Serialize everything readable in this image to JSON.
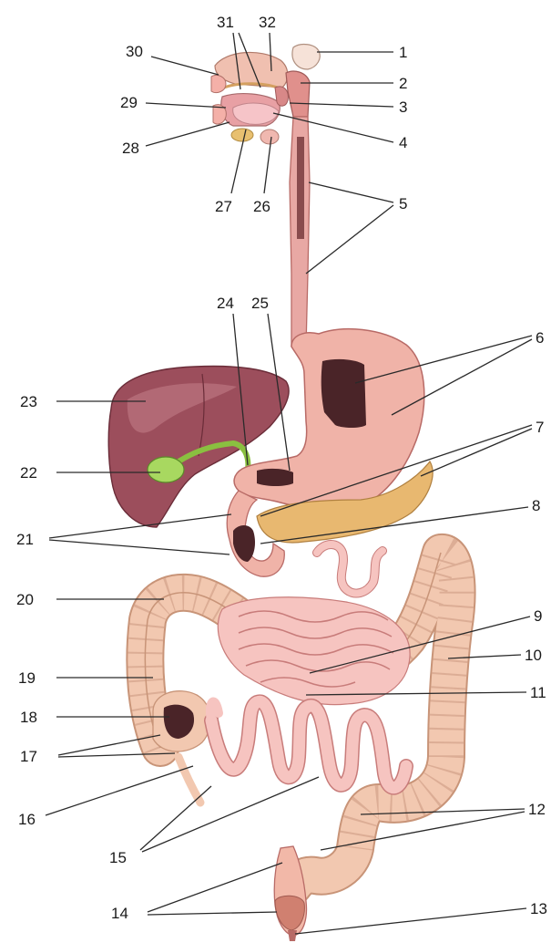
{
  "labels": {
    "n1": "1",
    "n2": "2",
    "n3": "3",
    "n4": "4",
    "n5": "5",
    "n6": "6",
    "n7": "7",
    "n8": "8",
    "n9": "9",
    "n10": "10",
    "n11": "11",
    "n12": "12",
    "n13": "13",
    "n14": "14",
    "n15": "15",
    "n16": "16",
    "n17": "17",
    "n18": "18",
    "n19": "19",
    "n20": "20",
    "n21": "21",
    "n22": "22",
    "n23": "23",
    "n24": "24",
    "n25": "25",
    "n26": "26",
    "n27": "27",
    "n28": "28",
    "n29": "29",
    "n30": "30",
    "n31": "31",
    "n32": "32"
  },
  "colors": {
    "tract": "#e8a8a4",
    "tract_dark": "#b86a66",
    "stomach": "#f0b3a8",
    "lumen": "#4a2428",
    "liver": "#9c4e5c",
    "liver_light": "#b8707c",
    "gallbladder": "#a8d860",
    "pancreas": "#e8b870",
    "colon": "#f2c8b0",
    "colon_stroke": "#c89478",
    "small_intestine": "#f6c4c0",
    "small_intestine_stroke": "#c87c7a"
  }
}
